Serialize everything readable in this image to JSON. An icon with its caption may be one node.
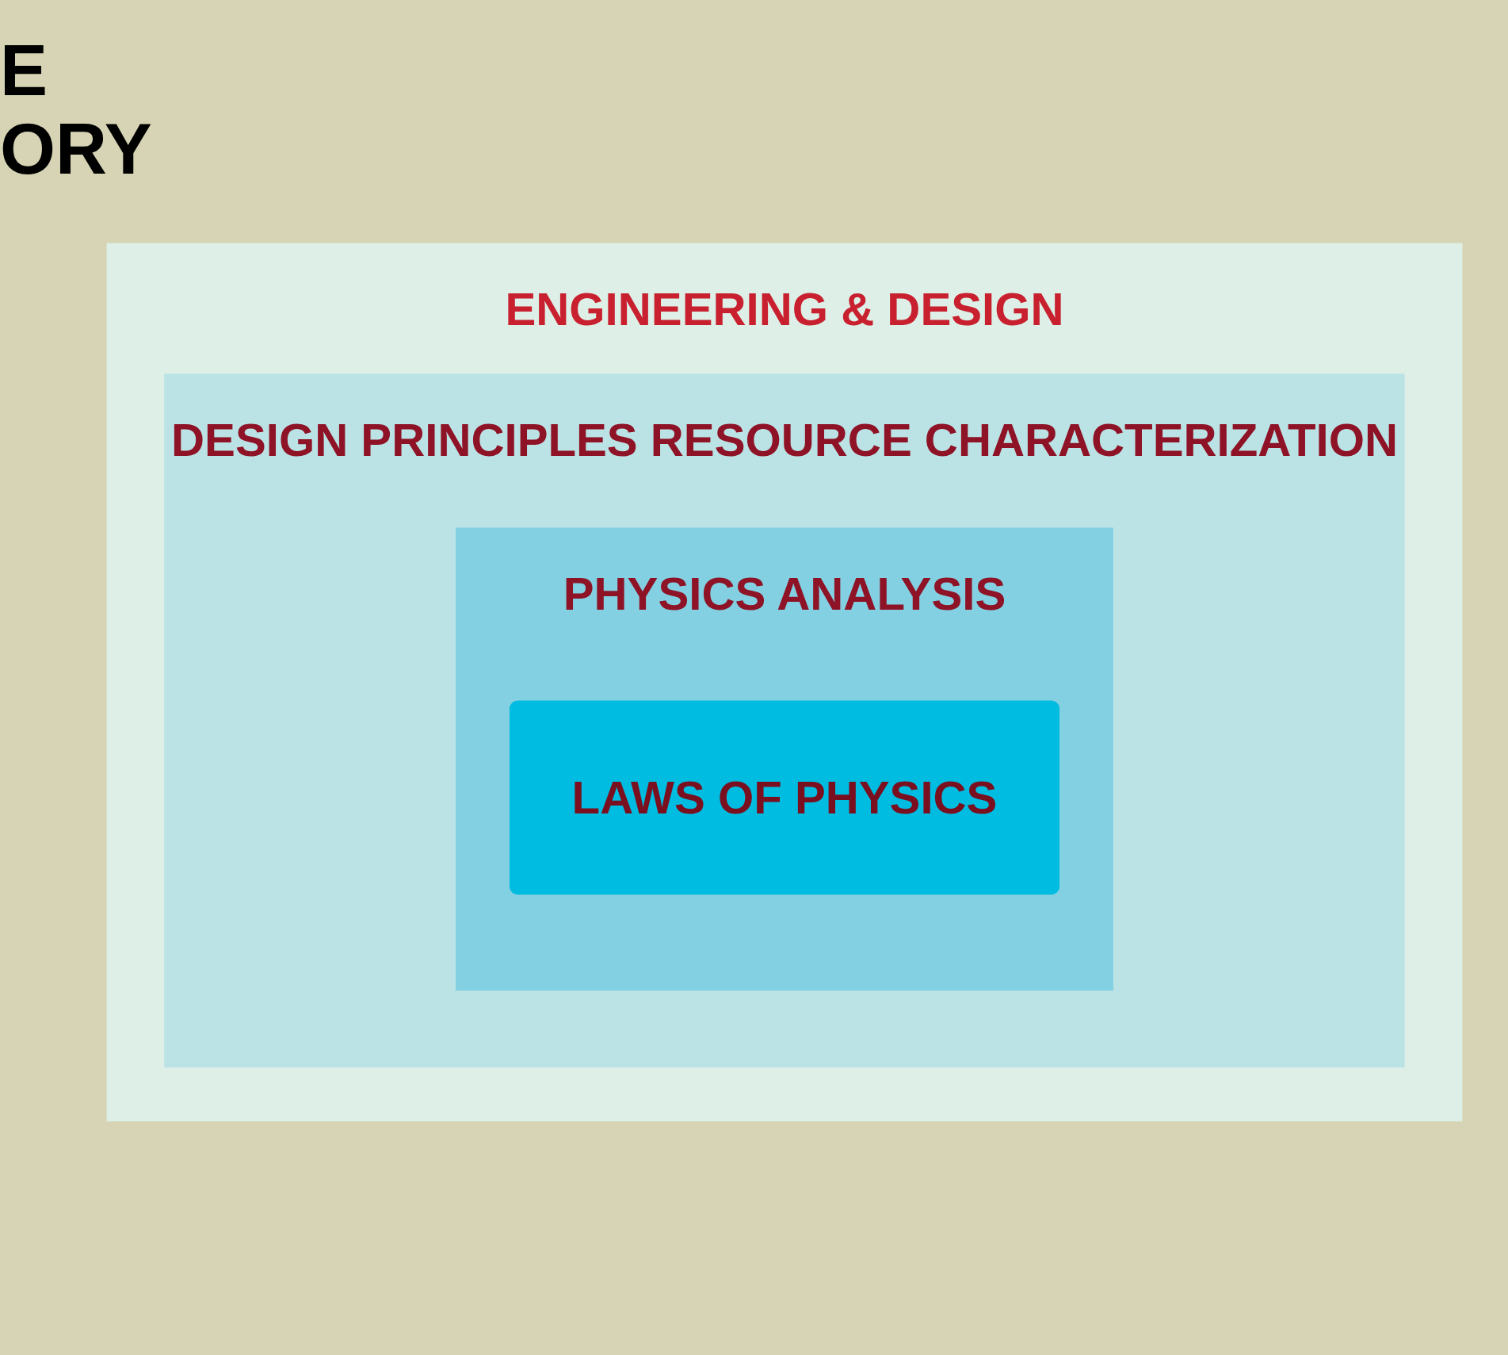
{
  "diagram": {
    "nodes": [
      {
        "text": [
          "ENGINEERING & DESIGN"
        ]
      },
      {
        "text": [
          "DESIGN PRINCIPLES RESOURCE CHARACTERIZATION"
        ],
        "in": 0
      },
      {
        "text": [
          "PHYSICS ANALYSIS"
        ],
        "in": 1
      },
      {
        "text": [
          "LAWS OF PHYSICS"
        ],
        "in": 2
      }
    ],
    "edges": [],
    "labels": [
      "E",
      "ORY"
    ]
  }
}
